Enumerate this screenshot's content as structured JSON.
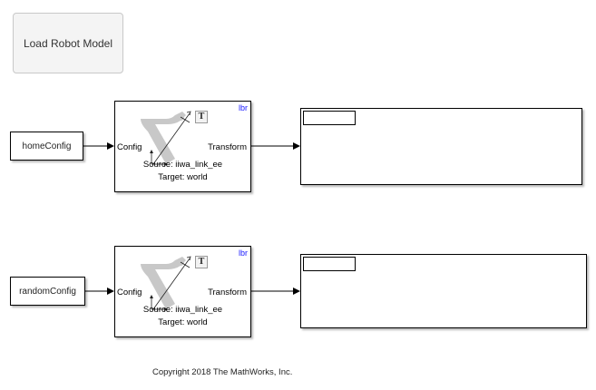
{
  "load_button": {
    "label": "Load Robot Model"
  },
  "rows": [
    {
      "input_block": {
        "label": "homeConfig"
      },
      "transform_block": {
        "robot_name": "lbr",
        "input_port": "Config",
        "output_port": "Transform",
        "source": "Source: iiwa_link_ee",
        "target": "Target: world",
        "badge": "T"
      },
      "display_block": {
        "value": ""
      }
    },
    {
      "input_block": {
        "label": "randomConfig"
      },
      "transform_block": {
        "robot_name": "lbr",
        "input_port": "Config",
        "output_port": "Transform",
        "source": "Source: iiwa_link_ee",
        "target": "Target: world",
        "badge": "T"
      },
      "display_block": {
        "value": ""
      }
    }
  ],
  "footer": {
    "copyright": "Copyright 2018 The MathWorks, Inc."
  },
  "colors": {
    "robot_name": "#1a1aff",
    "button_bg": "#f4f4f4",
    "robot_icon": "#c8c8c8"
  }
}
